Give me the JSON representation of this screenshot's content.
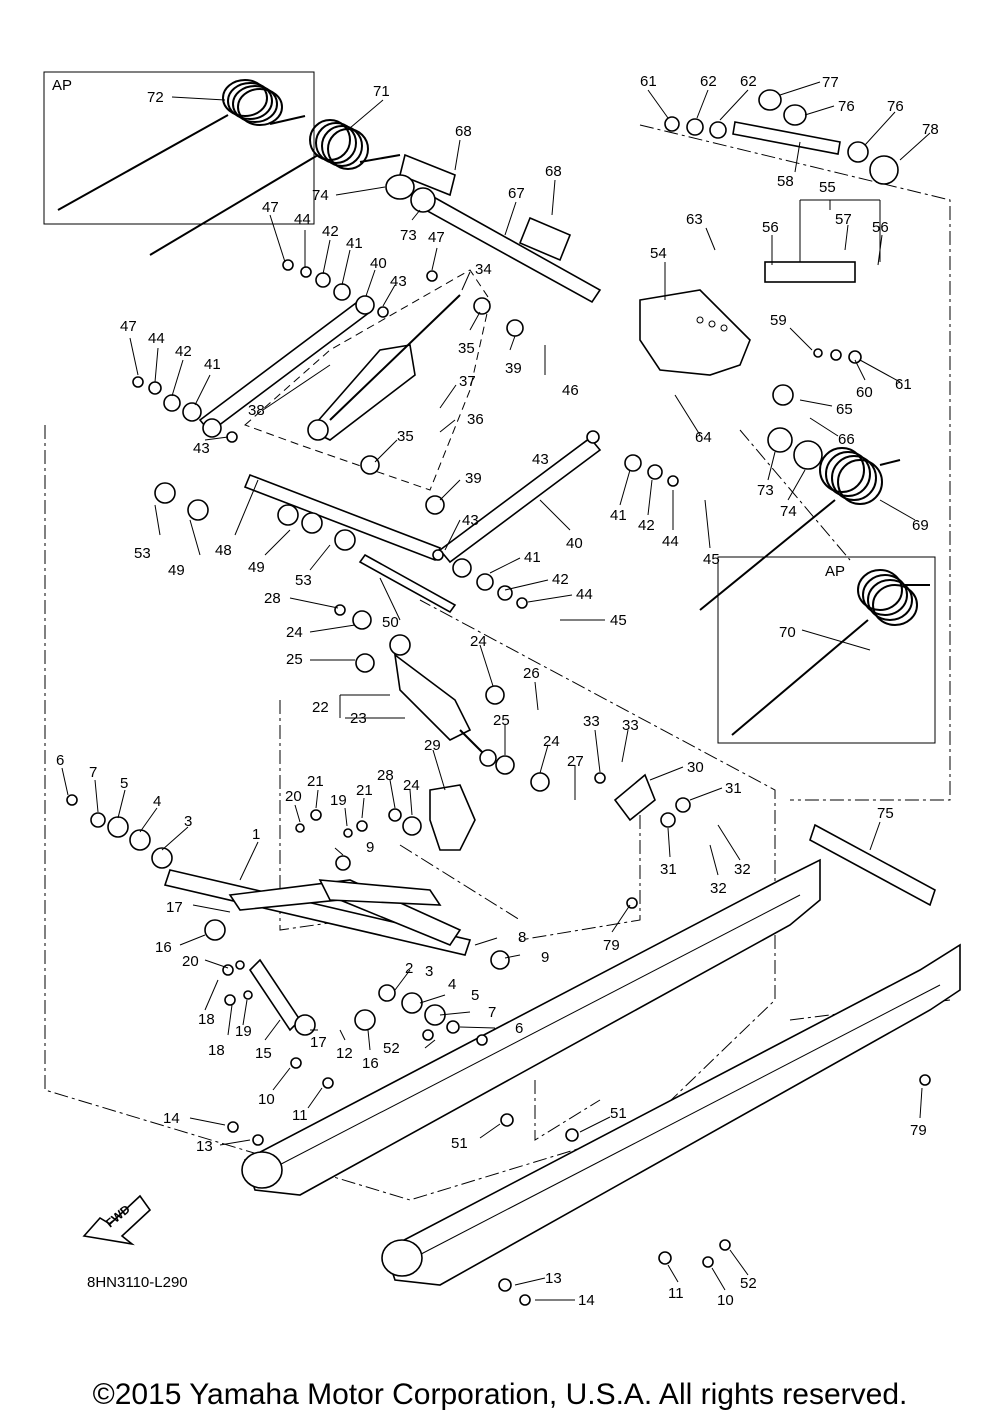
{
  "diagram": {
    "code": "8HN3110-L290",
    "copyright": "©2015 Yamaha Motor Corporation, U.S.A. All rights reserved.",
    "fwd_label": "FWD",
    "inset_label": "AP",
    "callouts": [
      "1",
      "2",
      "3",
      "4",
      "5",
      "6",
      "7",
      "8",
      "9",
      "10",
      "11",
      "12",
      "13",
      "14",
      "15",
      "16",
      "17",
      "18",
      "19",
      "20",
      "21",
      "22",
      "23",
      "24",
      "25",
      "26",
      "27",
      "28",
      "29",
      "30",
      "31",
      "32",
      "33",
      "34",
      "35",
      "36",
      "37",
      "38",
      "39",
      "40",
      "41",
      "42",
      "43",
      "44",
      "45",
      "46",
      "47",
      "48",
      "49",
      "50",
      "51",
      "52",
      "53",
      "54",
      "55",
      "56",
      "57",
      "58",
      "59",
      "60",
      "61",
      "62",
      "63",
      "64",
      "65",
      "66",
      "67",
      "68",
      "69",
      "70",
      "71",
      "72",
      "73",
      "74",
      "75",
      "76",
      "77",
      "78",
      "79"
    ]
  }
}
